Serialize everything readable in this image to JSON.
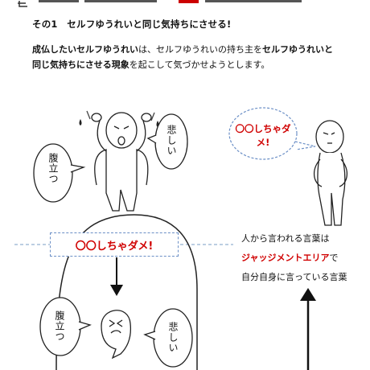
{
  "section": {
    "title": "その1　セルフゆうれいと同じ気持ちにさせる!"
  },
  "intro": {
    "b1": "成仏したいセルフゆうれい",
    "t1": "は、セルフゆうれいの持ち主を",
    "b2": "セルフゆうれいと",
    "b3": "同じ気持ちにさせる現象",
    "t2": "を起こして気づかせようとします。"
  },
  "speech": {
    "sad_top": "悲しい",
    "angry_left": "腹立つ",
    "observer": "〇〇しちゃダメ!",
    "sad_bottom": "悲しい",
    "angry_bottom": "腹立つ"
  },
  "banner": {
    "label": "〇〇しちゃダメ!"
  },
  "explain": {
    "line1": "人から言われる言葉は",
    "judgment": "ジャッジメントエリア",
    "line2_suffix": "で",
    "line3": "自分自身に言っている言葉"
  },
  "colors": {
    "accent": "#d00000",
    "dash_blue": "#7a9cc6"
  }
}
